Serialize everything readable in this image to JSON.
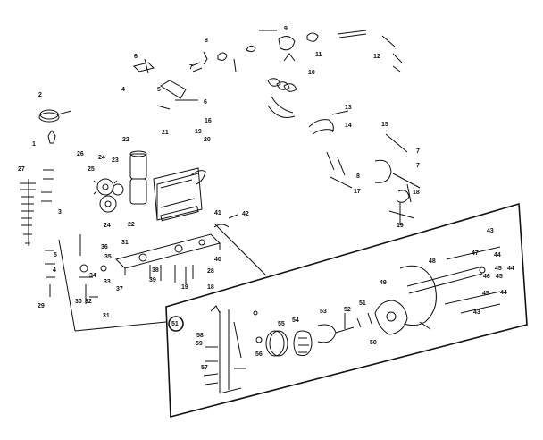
{
  "diagram": {
    "labels": [
      "1",
      "2",
      "3",
      "4",
      "5",
      "6",
      "7",
      "8",
      "9",
      "10",
      "11",
      "12",
      "13",
      "14",
      "15",
      "16",
      "17",
      "18",
      "19",
      "20",
      "21",
      "22",
      "23",
      "24",
      "25",
      "26",
      "27",
      "28",
      "29",
      "30",
      "31",
      "32",
      "33",
      "34",
      "35",
      "36",
      "37",
      "38",
      "39",
      "40",
      "41",
      "42",
      "43",
      "44",
      "45",
      "46",
      "47",
      "48",
      "49",
      "50",
      "51",
      "52",
      "53",
      "54",
      "55",
      "56",
      "57",
      "58",
      "59"
    ]
  }
}
